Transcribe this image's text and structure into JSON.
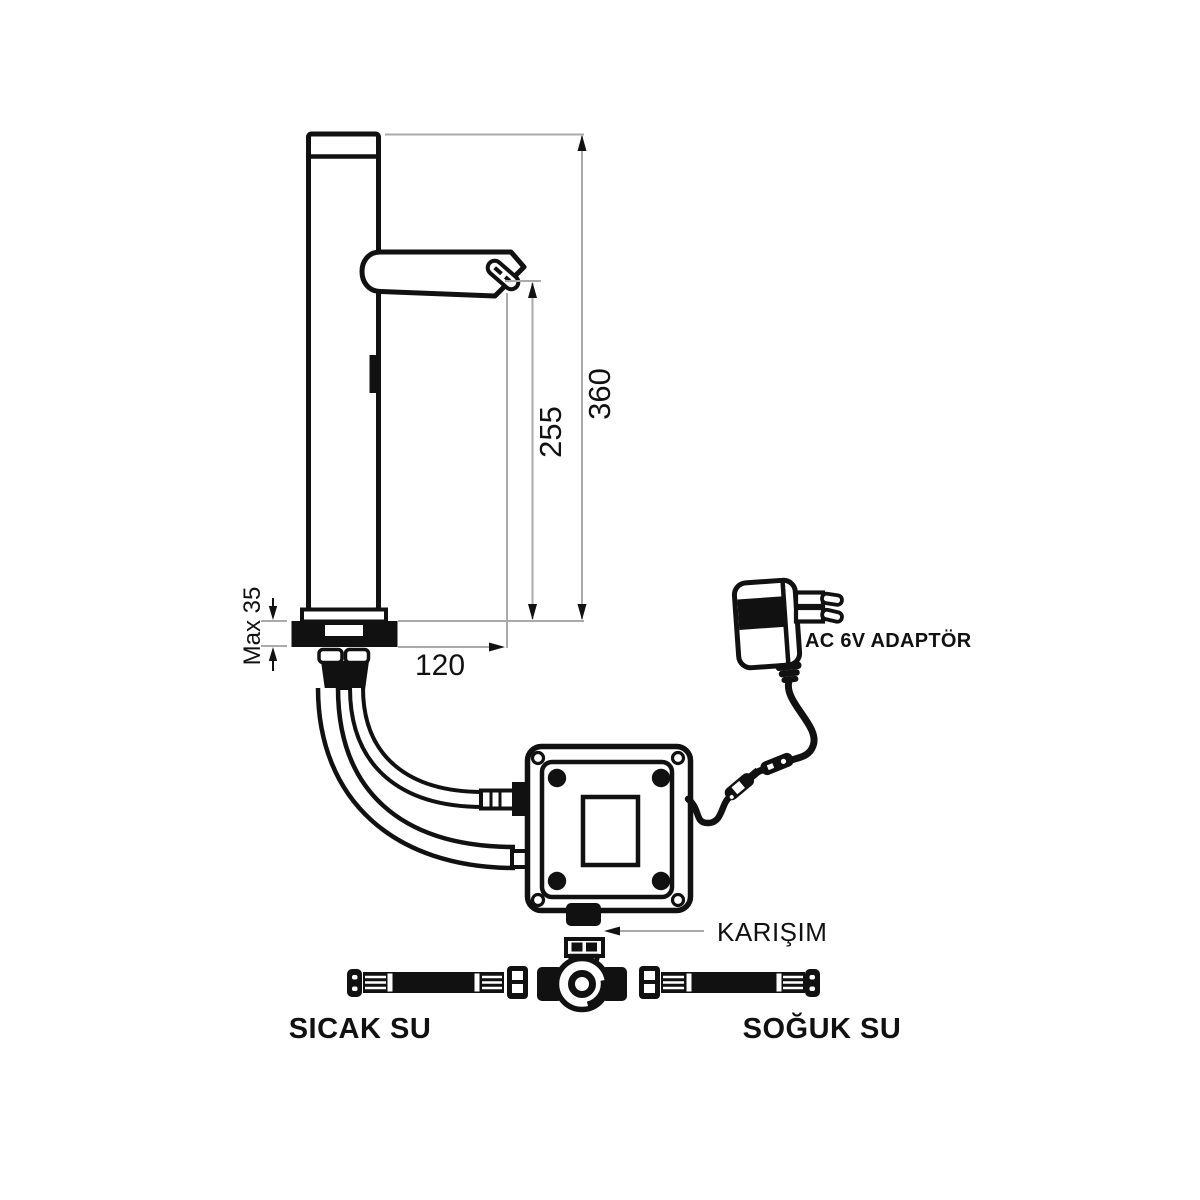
{
  "diagram": {
    "type": "technical-installation-drawing",
    "subject": "sensor faucet with control box, power adapter and water connections",
    "dimension_labels": {
      "total_height": "360",
      "outlet_height": "255",
      "spout_reach": "120",
      "deck_thickness": "Max 35"
    },
    "annotations": {
      "adapter": "AC 6V ADAPTÖR",
      "mixed_water": "KARIŞIM",
      "hot_water": "SICAK SU",
      "cold_water": "SOĞUK SU"
    },
    "colors": {
      "ink": "#111111",
      "dimension_line": "#aaaaaa",
      "background": "#ffffff"
    }
  }
}
